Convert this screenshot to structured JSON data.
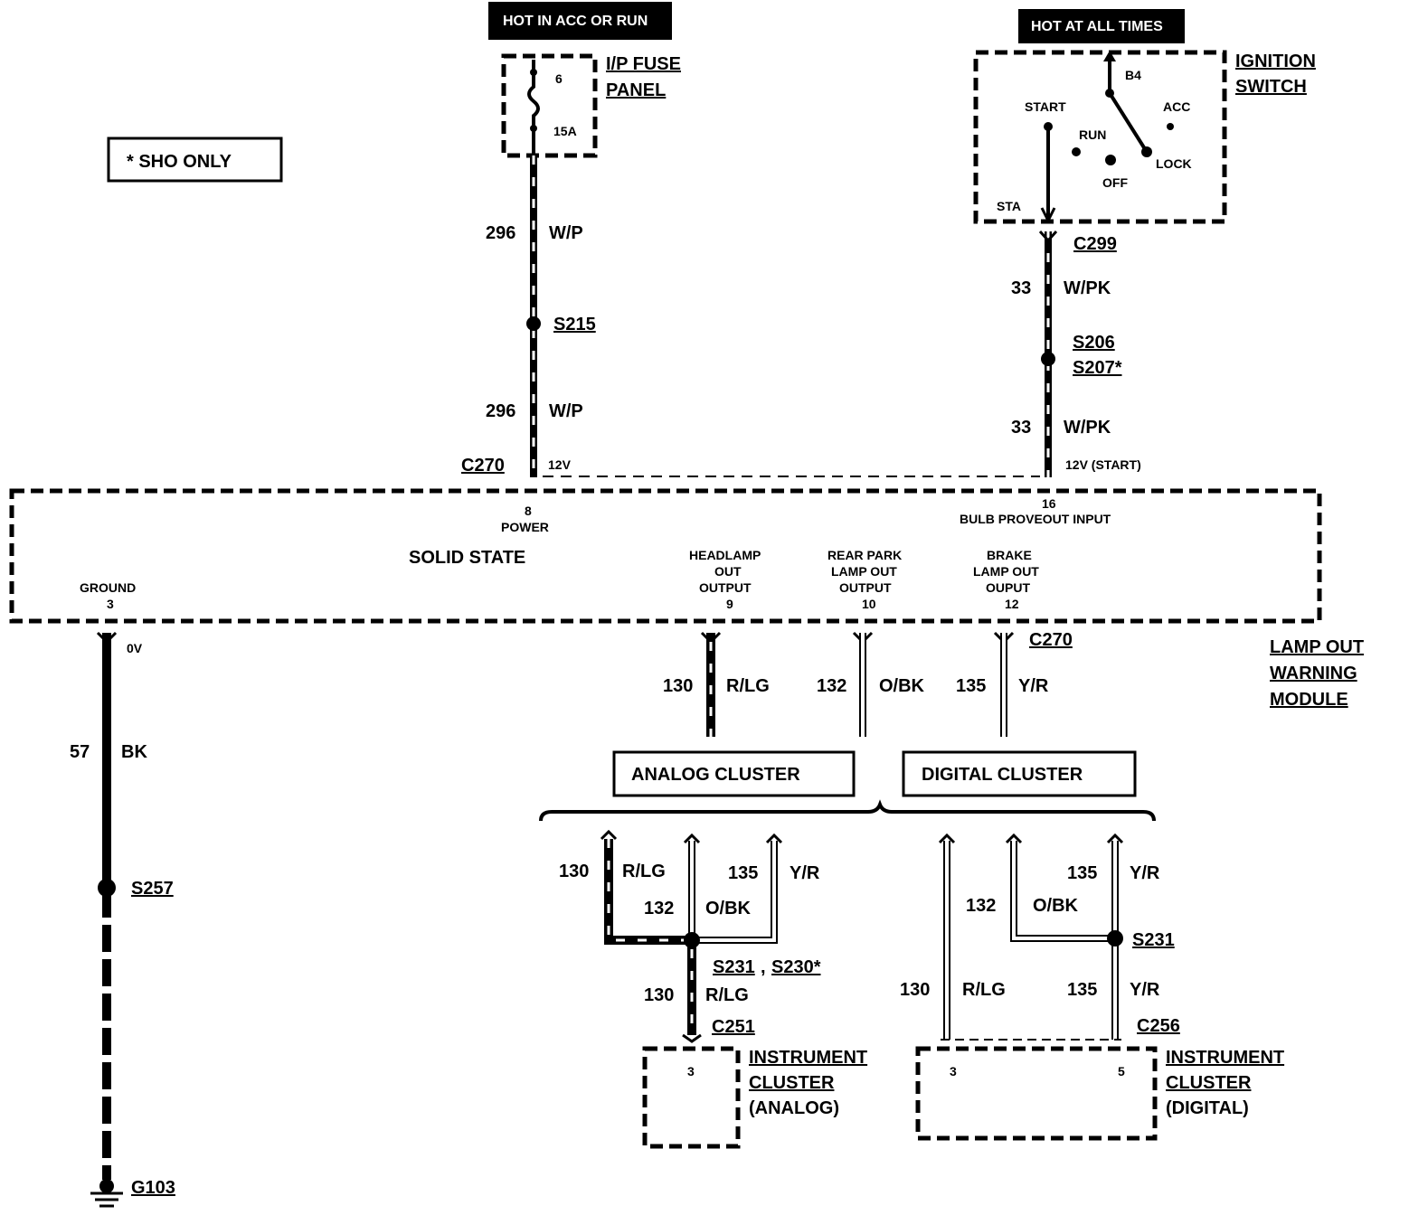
{
  "top_tags": {
    "hot_acc_run": "HOT IN ACC OR RUN",
    "hot_all_times": "HOT AT ALL TIMES"
  },
  "note_box": "* SHO ONLY",
  "fuse_panel": {
    "title_line1": "I/P FUSE",
    "title_line2": "PANEL",
    "fuse_number": "6",
    "fuse_rating": "15A"
  },
  "ignition_switch": {
    "title_line1": "IGNITION",
    "title_line2": "SWITCH",
    "b4": "B4",
    "start": "START",
    "acc": "ACC",
    "run": "RUN",
    "off": "OFF",
    "lock": "LOCK",
    "sta": "STA"
  },
  "wires_top_left": {
    "circuit": "296",
    "color": "W/P",
    "splice": "S215",
    "connector": "C270",
    "voltage": "12V"
  },
  "wires_top_right": {
    "connector": "C299",
    "circuit": "33",
    "color": "W/PK",
    "splice1": "S206",
    "splice2": "S207*",
    "voltage": "12V (START)"
  },
  "module": {
    "power_pin": "8",
    "power_label": "POWER",
    "bulb_pin": "16",
    "bulb_label": "BULB PROVEOUT INPUT",
    "solid_state": "SOLID STATE",
    "ground_label": "GROUND",
    "ground_pin": "3",
    "headlamp_l1": "HEADLAMP",
    "headlamp_l2": "OUT",
    "headlamp_l3": "OUTPUT",
    "headlamp_pin": "9",
    "rear_l1": "REAR PARK",
    "rear_l2": "LAMP OUT",
    "rear_l3": "OUTPUT",
    "rear_pin": "10",
    "brake_l1": "BRAKE",
    "brake_l2": "LAMP OUT",
    "brake_l3": "OUPUT",
    "brake_pin": "12",
    "name_l1": "LAMP OUT",
    "name_l2": "WARNING",
    "name_l3": "MODULE",
    "bottom_connector": "C270"
  },
  "ground_wire": {
    "voltage": "0V",
    "circuit": "57",
    "color": "BK",
    "splice": "S257",
    "ground": "G103"
  },
  "outputs": {
    "c130": "130",
    "rlg": "R/LG",
    "c132": "132",
    "obk": "O/BK",
    "c135": "135",
    "yr": "Y/R"
  },
  "clusters": {
    "analog_box": "ANALOG CLUSTER",
    "digital_box": "DIGITAL CLUSTER",
    "analog_splice": "S231",
    "analog_splice_sep": ",",
    "analog_splice2": "S230*",
    "digital_splice": "S231",
    "analog_conn": "C251",
    "digital_conn": "C256",
    "analog_pin": "3",
    "digital_pin_a": "3",
    "digital_pin_b": "5",
    "analog_name_l1": "INSTRUMENT",
    "analog_name_l2": "CLUSTER",
    "analog_name_l3": "(ANALOG)",
    "digital_name_l1": "INSTRUMENT",
    "digital_name_l2": "CLUSTER",
    "digital_name_l3": "(DIGITAL)"
  }
}
